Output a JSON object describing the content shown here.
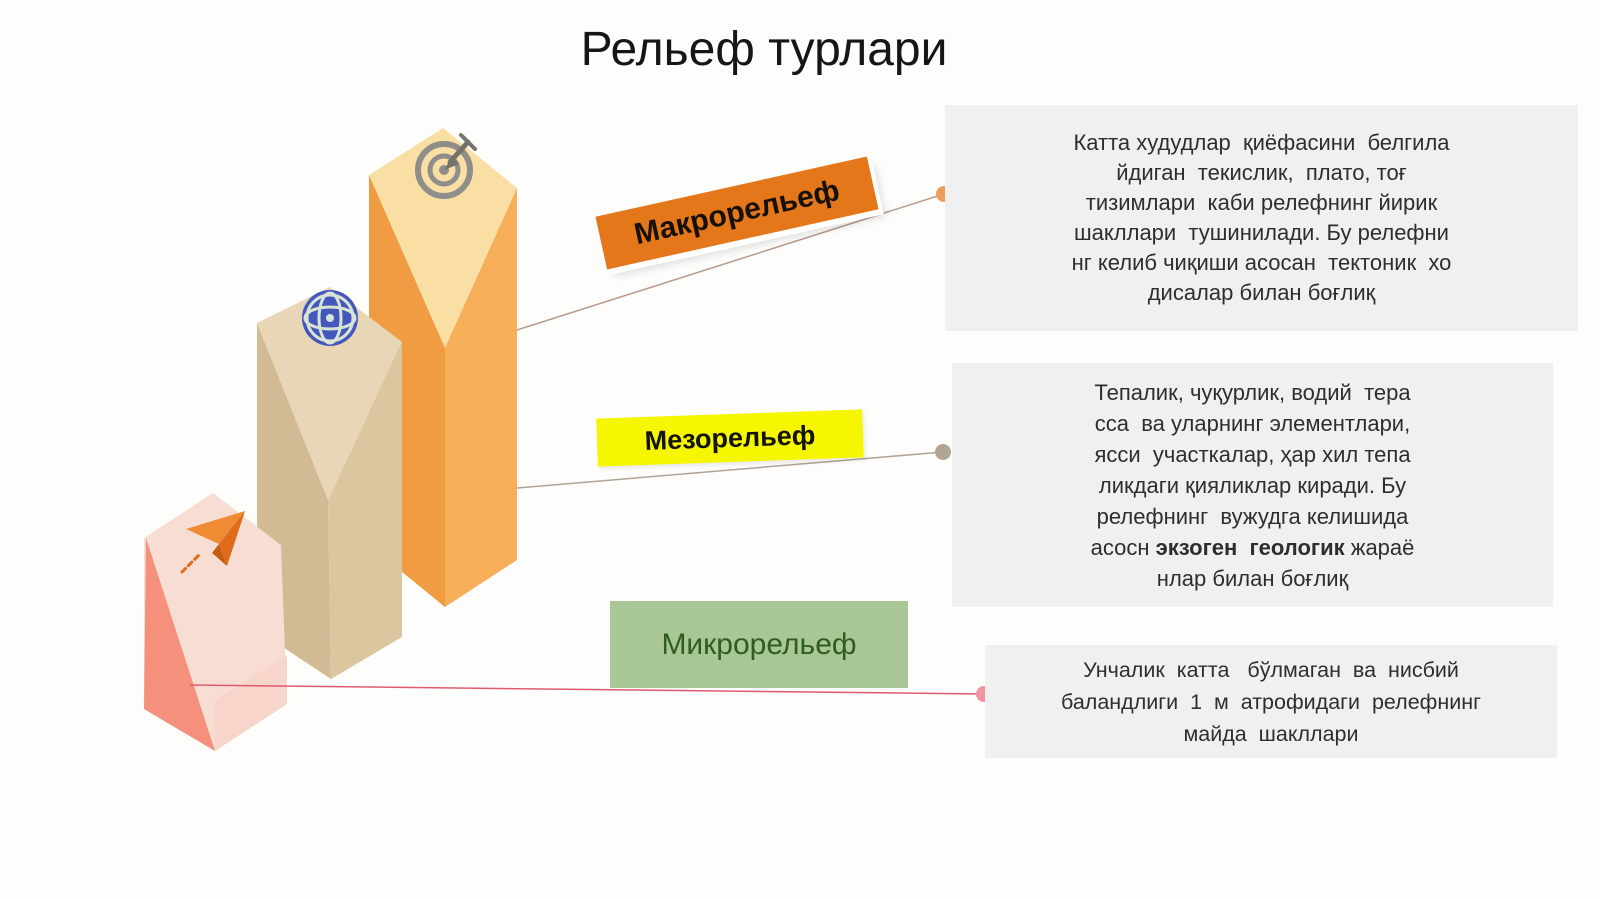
{
  "title": "Рельеф турлари",
  "labels": {
    "macro": "Макрорельеф",
    "mezo": "Мезорельеф",
    "micro": "Микрорельеф"
  },
  "boxes": {
    "macro": {
      "lines": [
        "Катта худудлар  қиёфасини  белгила",
        "йдиган  текислик,  плато, тоғ",
        "тизимлари  каби релефнинг йирик",
        "шакллари  тушинилади. Бу релефни",
        "нг келиб чиқиши асосан  тектоник  хо",
        "дисалар билан боғлиқ"
      ]
    },
    "mezo": {
      "lines": [
        "Тепалик, чуқурлик, водий  тера",
        "сса  ва уларнинг элементлари,",
        "ясси  участкалар, ҳар хил тепа",
        "ликдаги қияликлар киради. Бу",
        "релефнинг  вужудга келишида"
      ],
      "bold_line": {
        "pre": "асосн ",
        "bold": "экзоген  геологик",
        "post": " жараё"
      },
      "last_line": "нлар билан боғлиқ"
    },
    "micro": {
      "lines": [
        "Унчалик  катта   бўлмаган  ва  нисбий",
        "баландлиги  1  м  атрофидаги  релефнинг",
        "майда  шакллари"
      ]
    }
  },
  "icons": {
    "macro_column_icon": "target-icon",
    "mezo_column_icon": "globe-icon",
    "micro_column_icon": "paper-plane-icon"
  },
  "colors": {
    "macro_label_bg": "#e5771b",
    "mezo_label_bg": "#f6f600",
    "micro_label_bg": "#a8c794",
    "micro_label_text": "#2f5d20",
    "box_bg": "#f1f0f0",
    "box_text": "#2e2e2e",
    "macro_column_side": "#f6ae58",
    "macro_column_top": "#f9dfa3",
    "mezo_column_side": "#dcc69f",
    "mezo_column_top": "#e9d6b6",
    "micro_column_side": "#f4907b",
    "micro_column_top": "#f8ddd3",
    "macro_connector_dot": "#ed9d5a",
    "mezo_connector_dot": "#b3a595",
    "micro_connector_dot": "#f295a2",
    "micro_connector_line": "#e05a6e",
    "globe_icon_color": "#4357bd",
    "target_icon_color": "#8f8e8a",
    "paper_plane_icon_color": "#df6c1a"
  }
}
